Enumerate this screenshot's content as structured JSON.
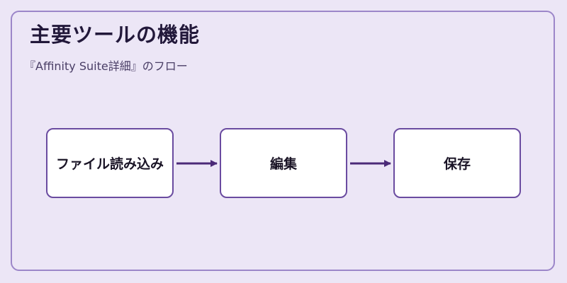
{
  "diagram": {
    "title": "主要ツールの機能",
    "subtitle": "『Affinity Suite詳細』のフロー",
    "nodes": [
      {
        "label": "ファイル読み込み"
      },
      {
        "label": "編集"
      },
      {
        "label": "保存"
      }
    ],
    "edges": [
      {
        "from": 0,
        "to": 1
      },
      {
        "from": 1,
        "to": 2
      }
    ],
    "colors": {
      "background": "#ece6f6",
      "panel_border": "#9c86c9",
      "node_border": "#6a4ba0",
      "node_fill": "#ffffff",
      "arrow": "#4b2a78"
    }
  }
}
